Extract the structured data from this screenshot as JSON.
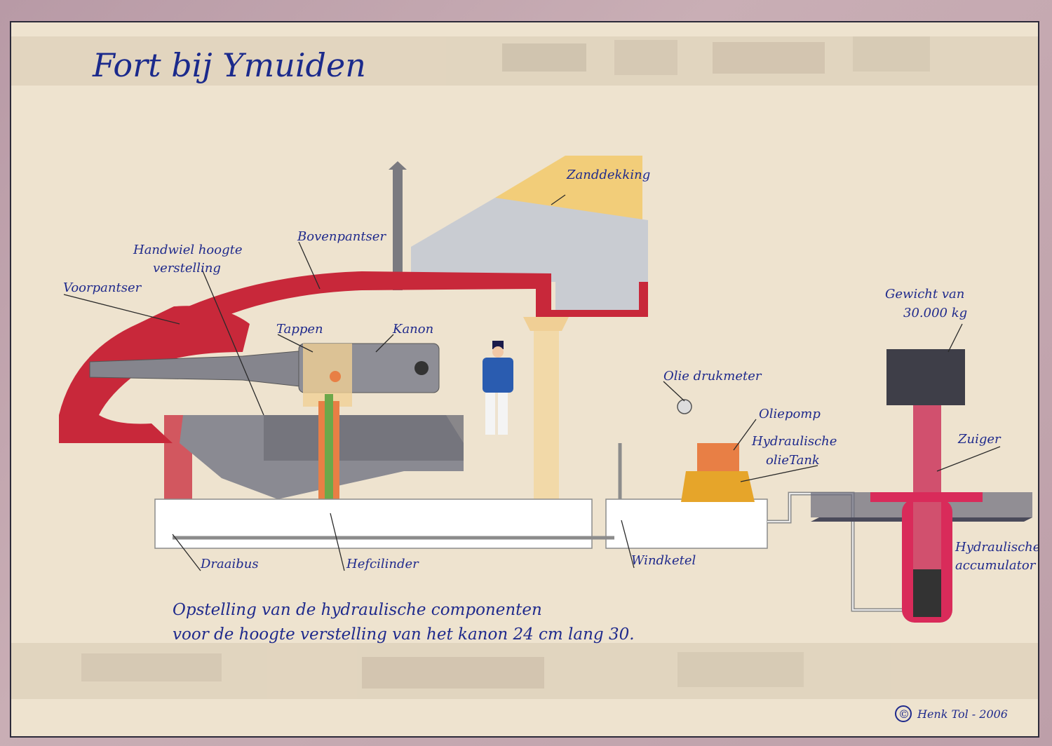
{
  "title": "Fort bij Ymuiden",
  "labels": {
    "zanddekking": "Zanddekking",
    "bovenpantser": "Bovenpantser",
    "handwiel_line1": "Handwiel hoogte",
    "handwiel_line2": "verstelling",
    "voorpantser": "Voorpantser",
    "tappen": "Tappen",
    "kanon": "Kanon",
    "olie_drukmeter": "Olie drukmeter",
    "oliepomp": "Oliepomp",
    "olietank_line1": "Hydraulische",
    "olietank_line2": "olieTank",
    "gewicht_line1": "Gewicht van",
    "gewicht_line2": "30.000 kg",
    "zuiger": "Zuiger",
    "accumulator_line1": "Hydraulische",
    "accumulator_line2": "accumulator",
    "draaibus": "Draaibus",
    "hefcilinder": "Hefcilinder",
    "windketel": "Windketel"
  },
  "caption": {
    "line1": "Opstelling van de hydraulische componenten",
    "line2": "voor de hoogte verstelling van het kanon 24 cm lang 30."
  },
  "credit": "Henk Tol - 2006",
  "copyright_symbol": "©",
  "colors": {
    "armor_red": "#c8283a",
    "steel": "#7d7d85",
    "sand": "#f2c96a",
    "concrete": "#c9ccd2",
    "label_blue": "#1f2a8c",
    "oil": "#e6a52a"
  }
}
